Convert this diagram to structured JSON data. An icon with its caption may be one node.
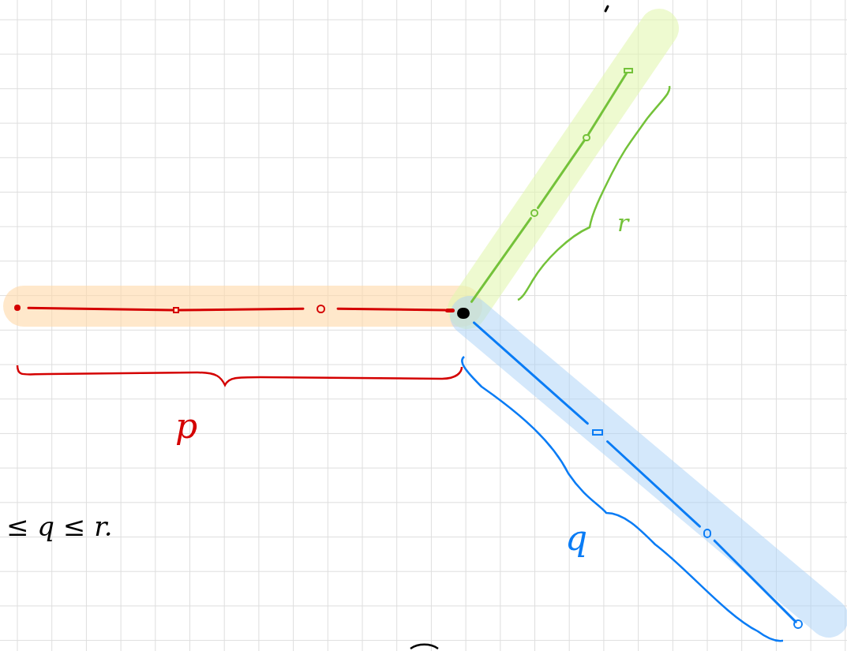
{
  "diagram": {
    "nodes": [
      {
        "text": [],
        "shape": "circle"
      },
      {
        "text": [],
        "shape": "circle"
      },
      {
        "text": [],
        "shape": "box"
      },
      {
        "text": [],
        "shape": "circle"
      },
      {
        "text": [],
        "shape": "bar"
      },
      {
        "text": [],
        "shape": "circle"
      },
      {
        "text": [],
        "shape": "circle"
      },
      {
        "text": [],
        "shape": "box"
      },
      {
        "text": [],
        "shape": "box"
      },
      {
        "text": [],
        "shape": "circle"
      },
      {
        "text": [],
        "shape": "circle"
      }
    ],
    "edges": [
      {
        "from": 1,
        "to": 2,
        "arrow": "none",
        "color": "#d40000"
      },
      {
        "from": 2,
        "to": 3,
        "arrow": "none",
        "color": "#d40000"
      },
      {
        "from": 3,
        "to": 4,
        "arrow": "none",
        "color": "#d40000"
      },
      {
        "from": 0,
        "to": 5,
        "arrow": "none",
        "color": "#74c23a"
      },
      {
        "from": 5,
        "to": 6,
        "arrow": "none",
        "color": "#74c23a"
      },
      {
        "from": 6,
        "to": 7,
        "arrow": "none",
        "color": "#74c23a"
      },
      {
        "from": 0,
        "to": 8,
        "arrow": "none",
        "color": "#0a7cf5"
      },
      {
        "from": 8,
        "to": 9,
        "arrow": "none",
        "color": "#0a7cf5"
      },
      {
        "from": 9,
        "to": 10,
        "arrow": "none",
        "color": "#0a7cf5"
      }
    ],
    "labels": [
      "p",
      "r",
      "q",
      "≤ q ≤ r."
    ]
  }
}
